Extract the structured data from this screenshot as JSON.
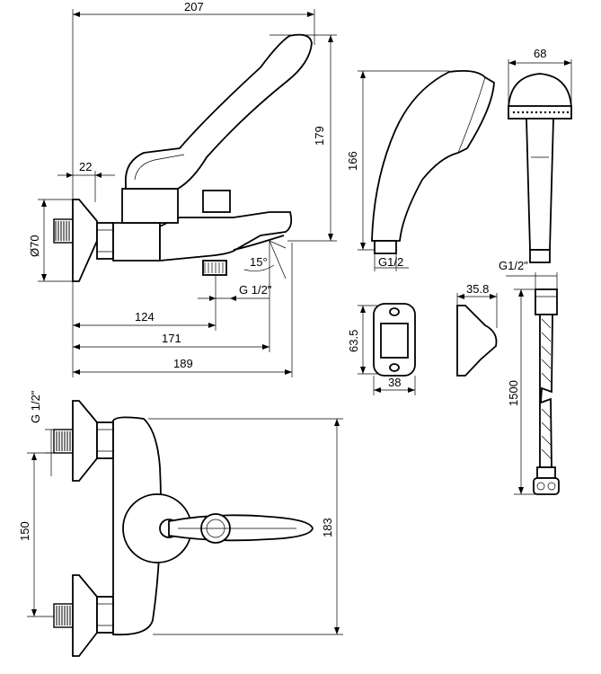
{
  "drawing": {
    "dimensions": {
      "overall_width": "207",
      "handle_height": "179",
      "wall_offset": "22",
      "flange_diameter": "Ø70",
      "outlet_thread": "G 1/2\"",
      "outlet_angle": "15°",
      "to_outlet": "124",
      "to_lever": "171",
      "to_spout": "189",
      "handshower_length": "166",
      "handshower_thread": "G1/2",
      "handshower_head_width": "68",
      "hose_thread": "G1/2\"",
      "hose_length": "1500",
      "holder_depth": "35.8",
      "holder_height": "63.5",
      "holder_width": "38",
      "inlet_thread": "G 1/2\"",
      "inlet_spacing": "150",
      "body_height": "183"
    }
  }
}
